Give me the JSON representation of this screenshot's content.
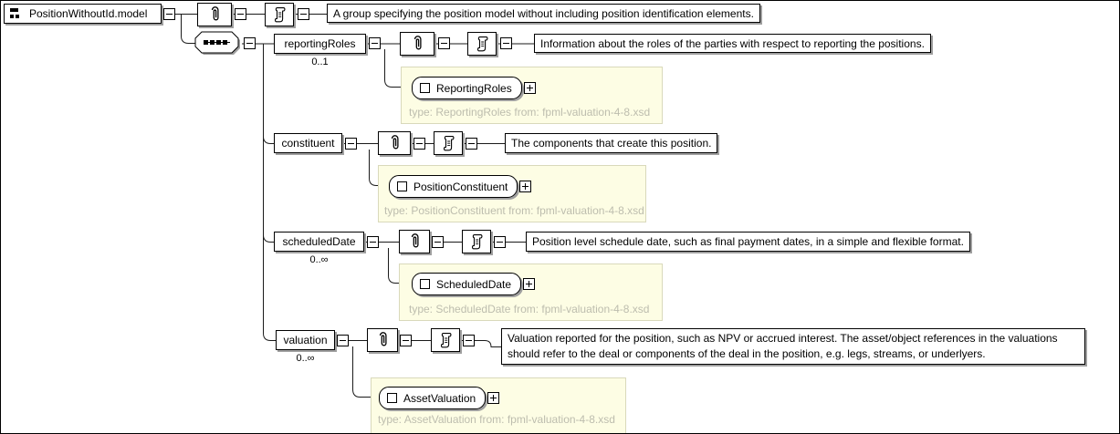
{
  "diagram": {
    "root": {
      "label": "PositionWithoutId.model",
      "documentation": "A group specifying the position model without including position identification elements."
    },
    "compositor": "sequence",
    "elements": [
      {
        "name": "reportingRoles",
        "cardinality": "0..1",
        "documentation": "Information about the roles of the parties with respect to reporting the positions.",
        "type_name": "ReportingRoles",
        "type_caption": "type: ReportingRoles from: fpml-valuation-4-8.xsd"
      },
      {
        "name": "constituent",
        "cardinality": "",
        "documentation": "The components that create this position.",
        "type_name": "PositionConstituent",
        "type_caption": "type: PositionConstituent from: fpml-valuation-4-8.xsd"
      },
      {
        "name": "scheduledDate",
        "cardinality": "0..∞",
        "documentation": "Position level schedule date, such as final payment dates, in a simple and flexible format.",
        "type_name": "ScheduledDate",
        "type_caption": "type: ScheduledDate from: fpml-valuation-4-8.xsd"
      },
      {
        "name": "valuation",
        "cardinality": "0..∞",
        "documentation": "Valuation reported for the position, such as NPV or accrued interest. The asset/object references in the valuations should refer to the deal or components of the deal in the position, e.g. legs, streams, or underlyers.",
        "type_name": "AssetValuation",
        "type_caption": "type: AssetValuation from: fpml-valuation-4-8.xsd"
      }
    ],
    "icons": {
      "annotation": "paperclip-icon",
      "documentation": "scroll-icon",
      "sequence": "sequence-icon",
      "complex_type": "square-icon",
      "group": "group-icon"
    },
    "colors": {
      "type_panel_bg": "#fdfde4",
      "type_panel_border": "#d9d9bb",
      "type_caption_text": "#bdbdae",
      "box_shadow": "#9f9f9f",
      "line": "#1a1a1a"
    }
  }
}
